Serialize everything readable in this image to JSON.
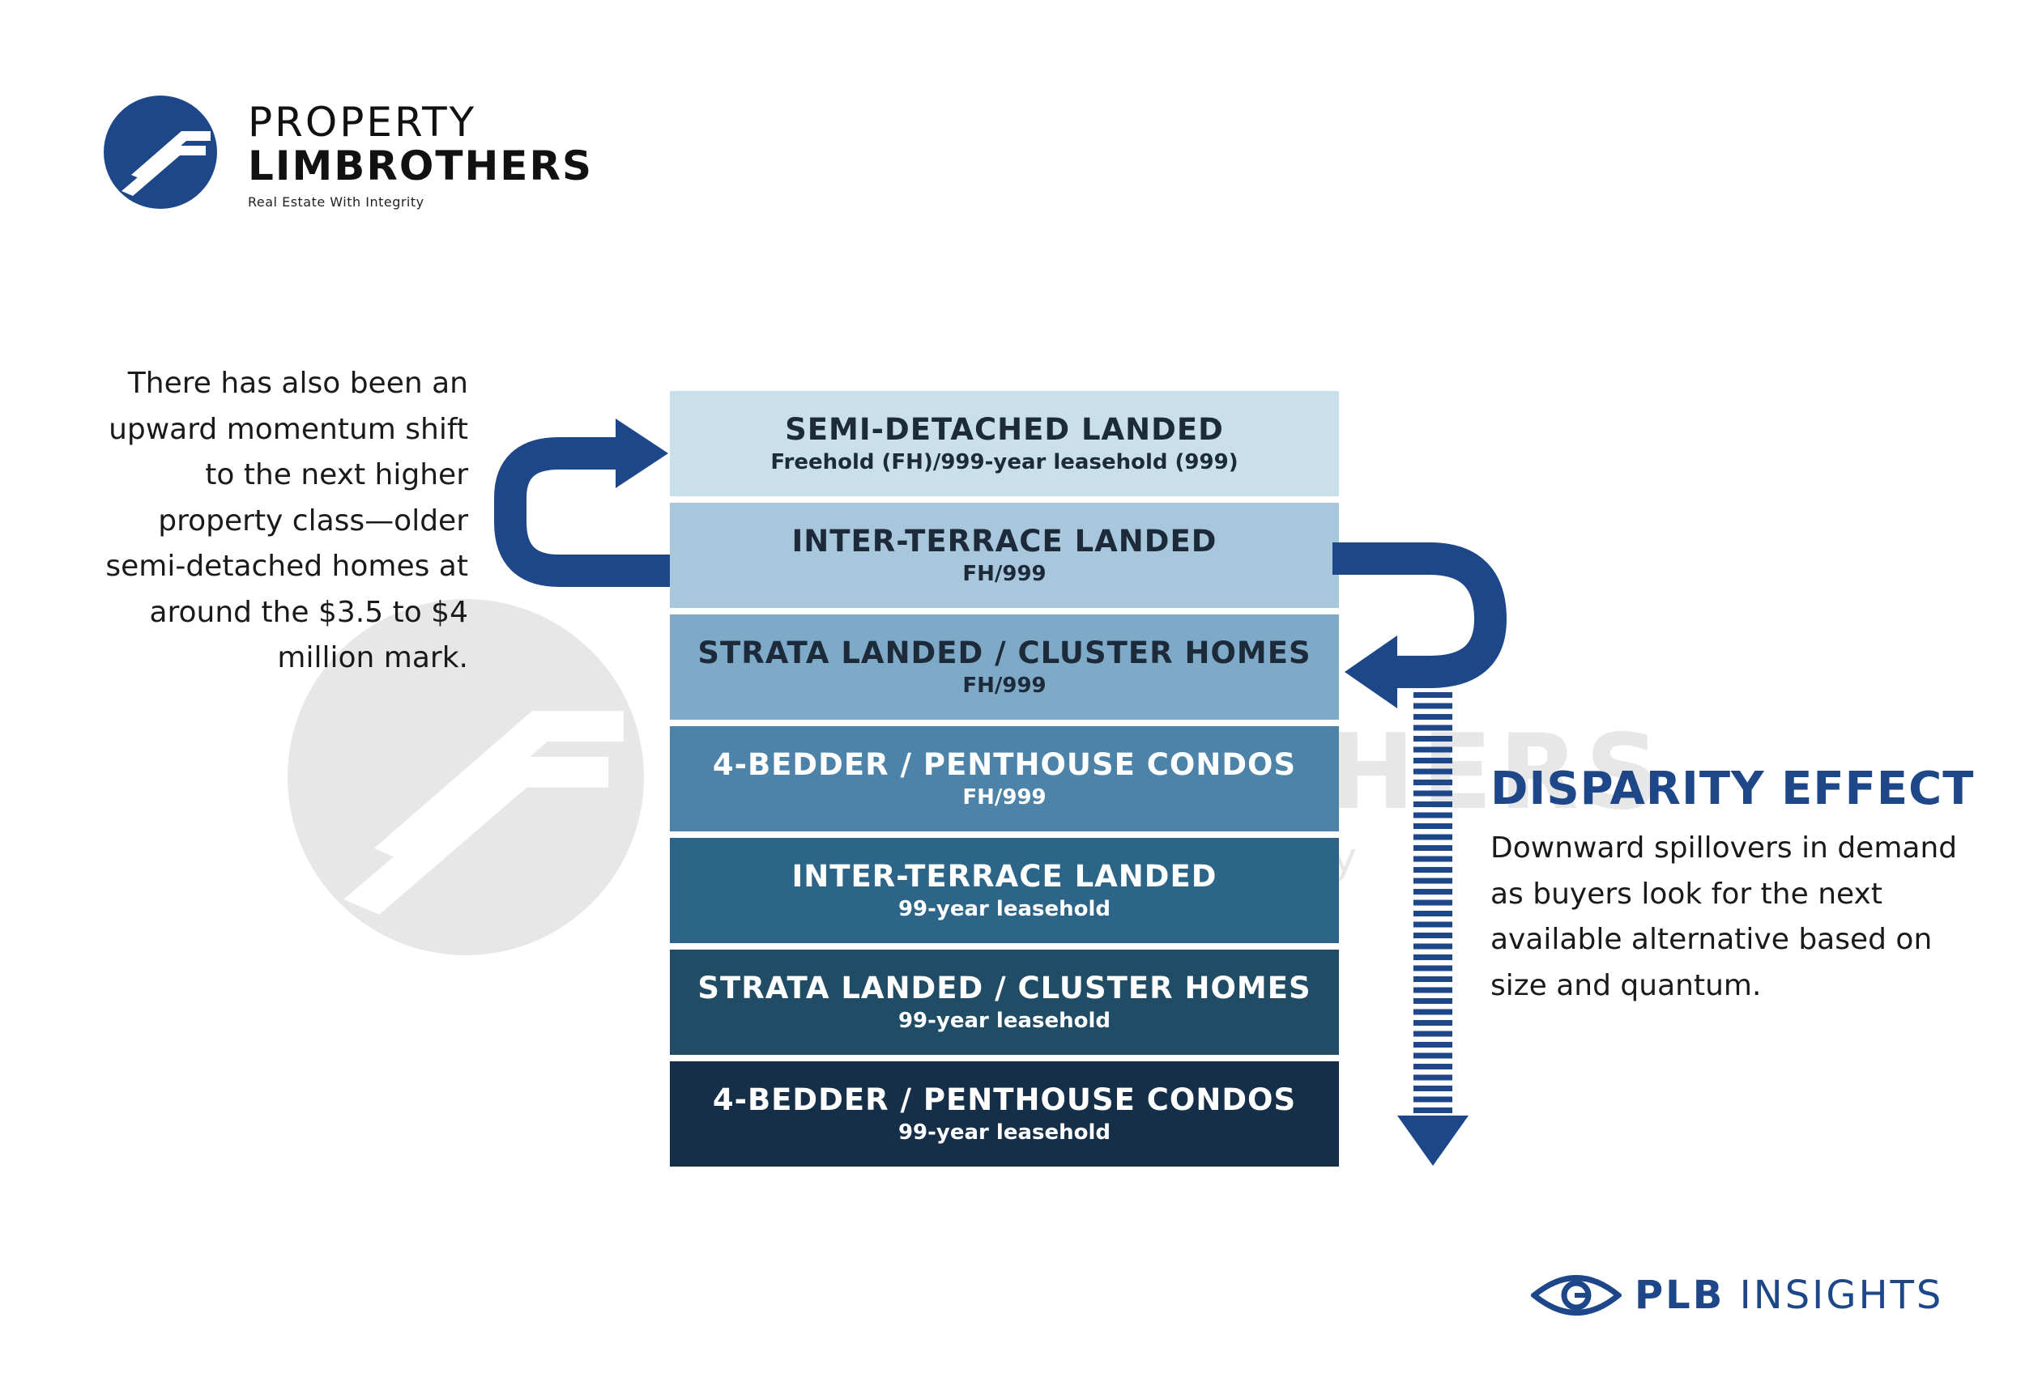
{
  "brand": {
    "name_line1": "PROPERTY",
    "name_line2": "LIMBROTHERS",
    "tagline": "Real Estate With Integrity",
    "primary_color": "#1d4788"
  },
  "left_note": {
    "text": "There has also been an upward momentum shift to the next higher property class—older semi-detached homes at around the $3.5 to $4 million mark."
  },
  "tiers": [
    {
      "title": "SEMI-DETACHED LANDED",
      "subtitle": "Freehold (FH)/999-year leasehold (999)",
      "bg": "#c9dfec",
      "fg": "#1c2a3a"
    },
    {
      "title": "INTER-TERRACE LANDED",
      "subtitle": "FH/999",
      "bg": "#a8c7dc",
      "fg": "#1c2a3a"
    },
    {
      "title": "STRATA LANDED / CLUSTER HOMES",
      "subtitle": "FH/999",
      "bg": "#7ea9c7",
      "fg": "#1c2a3a"
    },
    {
      "title": "4-BEDDER / PENTHOUSE CONDOS",
      "subtitle": "FH/999",
      "bg": "#4d83a8",
      "fg": "#ffffff"
    },
    {
      "title": "INTER-TERRACE LANDED",
      "subtitle": "99-year leasehold",
      "bg": "#2c6588",
      "fg": "#ffffff"
    },
    {
      "title": "STRATA LANDED / CLUSTER HOMES",
      "subtitle": "99-year leasehold",
      "bg": "#204c66",
      "fg": "#ffffff"
    },
    {
      "title": "4-BEDDER / PENTHOUSE CONDOS",
      "subtitle": "99-year leasehold",
      "bg": "#142f47",
      "fg": "#ffffff"
    }
  ],
  "disparity": {
    "title": "DISPARITY EFFECT",
    "body": "Downward spillovers in demand as buyers look for the next available alternative based on size and quantum."
  },
  "insights": {
    "bold": "PLB",
    "rest": "INSIGHTS"
  },
  "arrow_color": "#1d4788"
}
